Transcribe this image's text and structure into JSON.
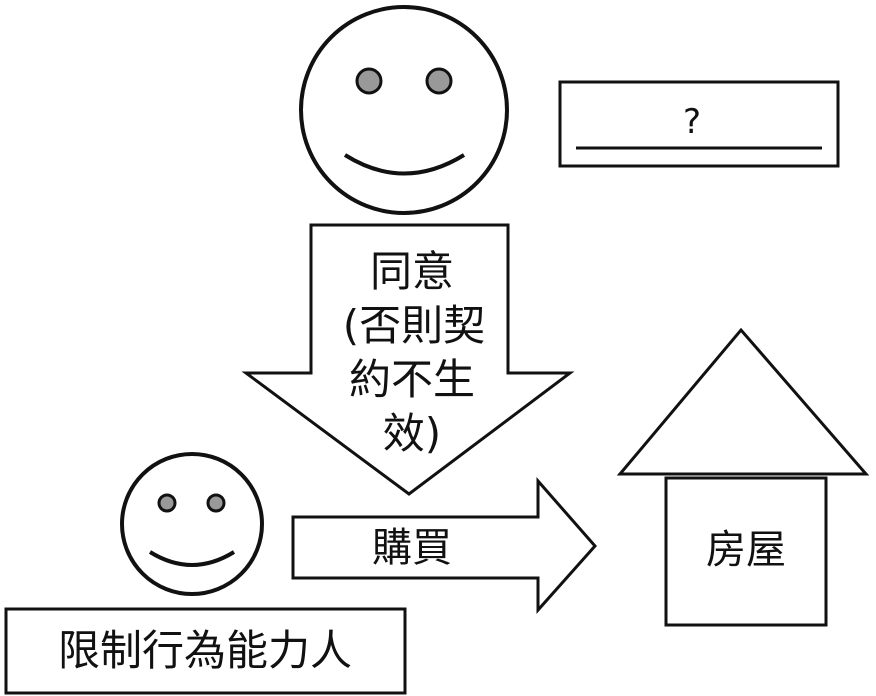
{
  "guardian": {
    "question_mark": "?"
  },
  "consent_arrow": {
    "lines": [
      "同意",
      "(否則契",
      "約不生",
      "效)"
    ]
  },
  "purchase_arrow": {
    "label": "購買"
  },
  "house": {
    "label": "房屋"
  },
  "minor": {
    "label": "限制行為能力人"
  },
  "colors": {
    "stroke": "#111111",
    "eye_fill": "#999999",
    "background": "#ffffff"
  },
  "icons": [
    "smiley-face-icon",
    "house-icon",
    "down-arrow-icon",
    "right-arrow-icon"
  ]
}
